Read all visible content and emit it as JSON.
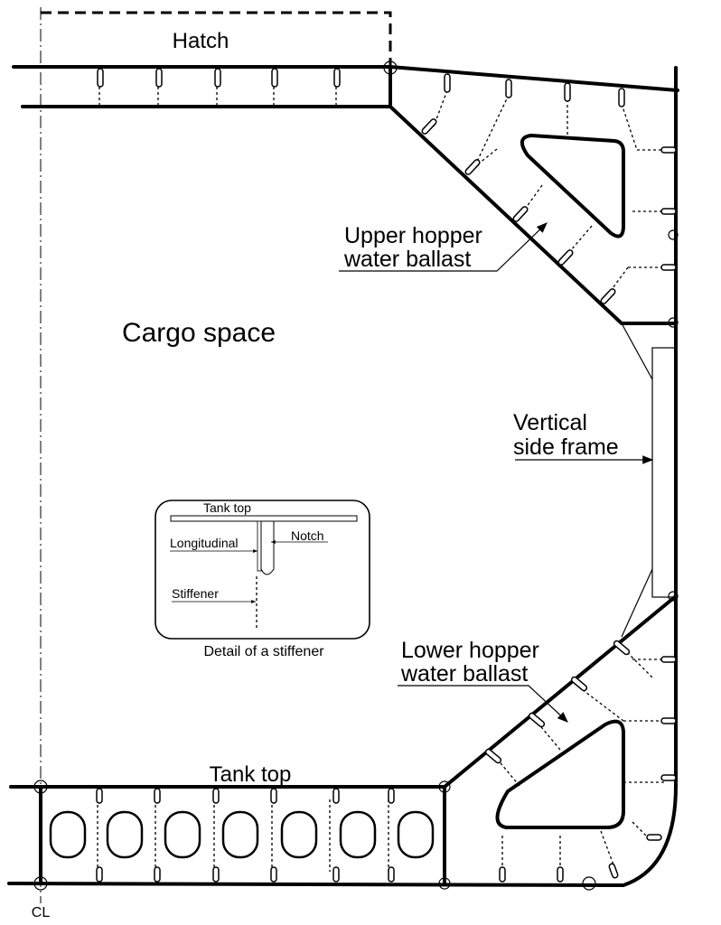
{
  "labels": {
    "hatch": "Hatch",
    "cargo_space": "Cargo space",
    "upper_hopper_1": "Upper hopper",
    "upper_hopper_2": "water ballast",
    "vertical_frame_1": "Vertical",
    "vertical_frame_2": "side frame",
    "lower_hopper_1": "Lower hopper",
    "lower_hopper_2": "water ballast",
    "tank_top": "Tank top",
    "centerline": "CL"
  },
  "detail": {
    "caption": "Detail of a stiffener",
    "tank_top": "Tank top",
    "longitudinal": "Longitudinal",
    "notch": "Notch",
    "stiffener": "Stiffener"
  }
}
